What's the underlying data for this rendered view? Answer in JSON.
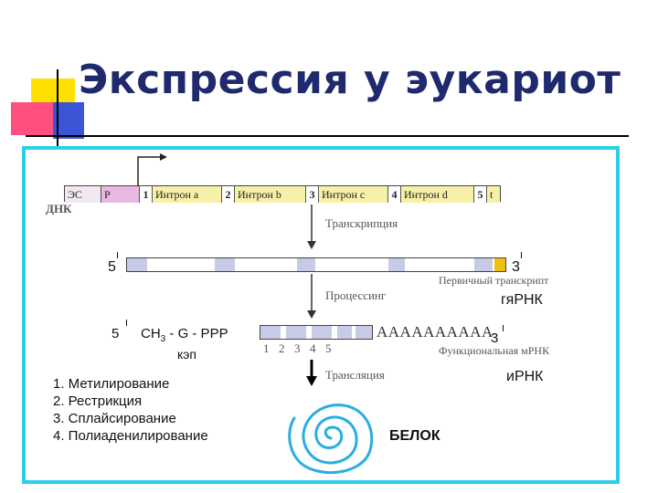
{
  "slide": {
    "title": "Экспрессия у эукариот",
    "dna": {
      "label": "ДНК",
      "segments": [
        "ЭС",
        "Р",
        "1",
        "Интрон а",
        "2",
        "Интрон b",
        "3",
        "Интрон с",
        "4",
        "Интрон d",
        "5",
        "t"
      ]
    },
    "transcription": "Транскрипция",
    "primary": {
      "five": "5",
      "three": "3",
      "caption": "Первичный транскрипт",
      "label": "гяРНК"
    },
    "processing": "Процессинг",
    "mature": {
      "five": "5",
      "cap_formula_a": "CH",
      "cap_formula_sub": "3",
      "cap_formula_b": " - G - PPP",
      "cap_label": "кэп",
      "exon_numbers": [
        "1",
        "2",
        "3",
        "4",
        "5"
      ],
      "polya": "АААААААААА",
      "three": "3",
      "caption": "Функциональная мРНК",
      "label": "иРНК"
    },
    "translation": "Трансляция",
    "protein": "БЕЛОК",
    "steps": [
      "1. Метилирование",
      "2. Рестрикция",
      "3. Сплайсирование",
      "4. Полиаденилирование"
    ],
    "colors": {
      "title": "#1f2a6e",
      "frame": "#2bd0e8",
      "intron": "#f7f0a8",
      "promoter": "#e8b8e0",
      "exon": "#c7cbe8",
      "spiral": "#29aee0"
    }
  }
}
